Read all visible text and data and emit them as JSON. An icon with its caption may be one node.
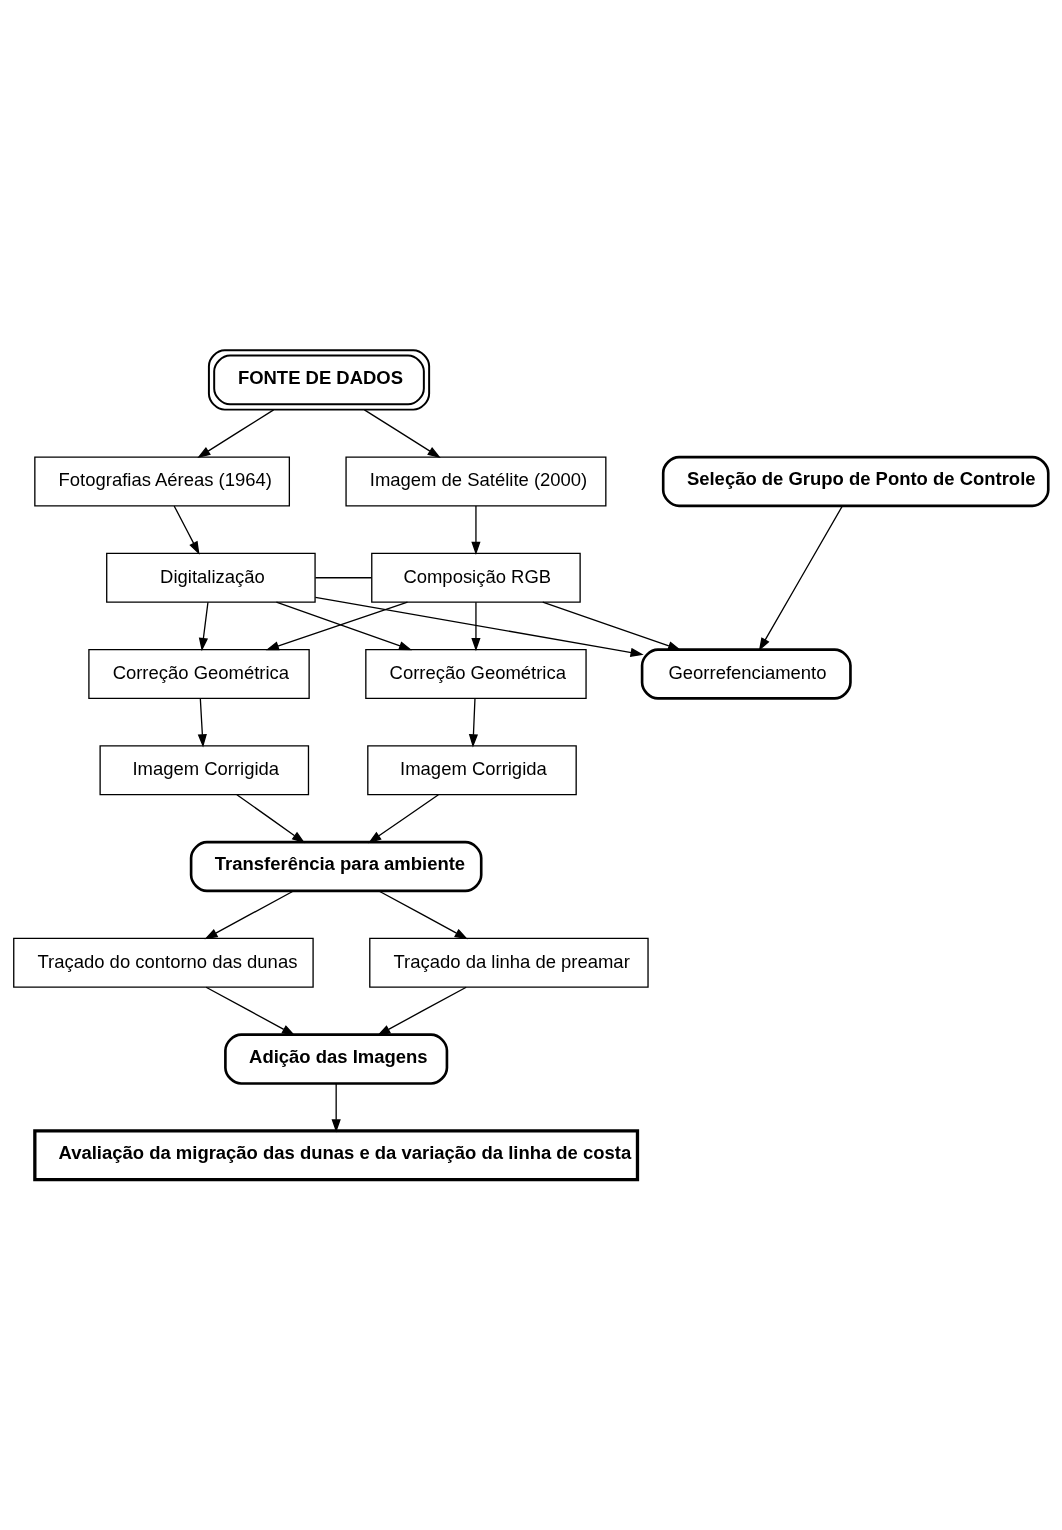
{
  "diagram": {
    "nodes": [
      {
        "text": [
          "FONTE DE DADOS"
        ]
      },
      {
        "text": [
          "Fotografias Aéreas (1964)"
        ]
      },
      {
        "text": [
          "Seleção de Grupo de Ponto de Controle"
        ]
      },
      {
        "text": [
          "Imagem de Satélite (2000)"
        ]
      },
      {
        "text": [
          "Digitalização"
        ]
      },
      {
        "text": [
          "Composição RGB"
        ]
      },
      {
        "text": [
          "Correção Geométrica"
        ]
      },
      {
        "text": [
          "Georrefenciamento"
        ]
      },
      {
        "text": [
          "Correção Geométrica"
        ]
      },
      {
        "text": [
          "Imagem Corrigida"
        ]
      },
      {
        "text": [
          "Imagem Corrigida"
        ]
      },
      {
        "text": [
          "Transferência para ambiente"
        ]
      },
      {
        "text": [
          "Traçado do contorno das dunas"
        ]
      },
      {
        "text": [
          "Traçado da linha de preamar"
        ]
      },
      {
        "text": [
          "Adição das Imagens"
        ]
      },
      {
        "text": [
          "Avaliação da migração das dunas e da variação da linha de costa"
        ]
      }
    ],
    "edges": [
      {
        "from": 0,
        "to": 1,
        "arrow": "to"
      },
      {
        "from": 0,
        "to": 3,
        "arrow": "to"
      },
      {
        "from": 1,
        "to": 4,
        "arrow": "to"
      },
      {
        "from": 3,
        "to": 5,
        "arrow": "to"
      },
      {
        "from": 4,
        "to": 5,
        "arrow": "none"
      },
      {
        "from": 2,
        "to": 7,
        "arrow": "to"
      },
      {
        "from": 4,
        "to": 6,
        "arrow": "to"
      },
      {
        "from": 4,
        "to": 7,
        "arrow": "to"
      },
      {
        "from": 4,
        "to": 8,
        "arrow": "to"
      },
      {
        "from": 5,
        "to": 6,
        "arrow": "to"
      },
      {
        "from": 5,
        "to": 7,
        "arrow": "to"
      },
      {
        "from": 5,
        "to": 8,
        "arrow": "to"
      },
      {
        "from": 6,
        "to": 9,
        "arrow": "to"
      },
      {
        "from": 8,
        "to": 10,
        "arrow": "to"
      },
      {
        "from": 9,
        "to": 11,
        "arrow": "to"
      },
      {
        "from": 10,
        "to": 11,
        "arrow": "to"
      },
      {
        "from": 11,
        "to": 12,
        "arrow": "to"
      },
      {
        "from": 11,
        "to": 13,
        "arrow": "to"
      },
      {
        "from": 12,
        "to": 14,
        "arrow": "to"
      },
      {
        "from": 13,
        "to": 14,
        "arrow": "to"
      },
      {
        "from": 14,
        "to": 15,
        "arrow": "to"
      }
    ]
  }
}
